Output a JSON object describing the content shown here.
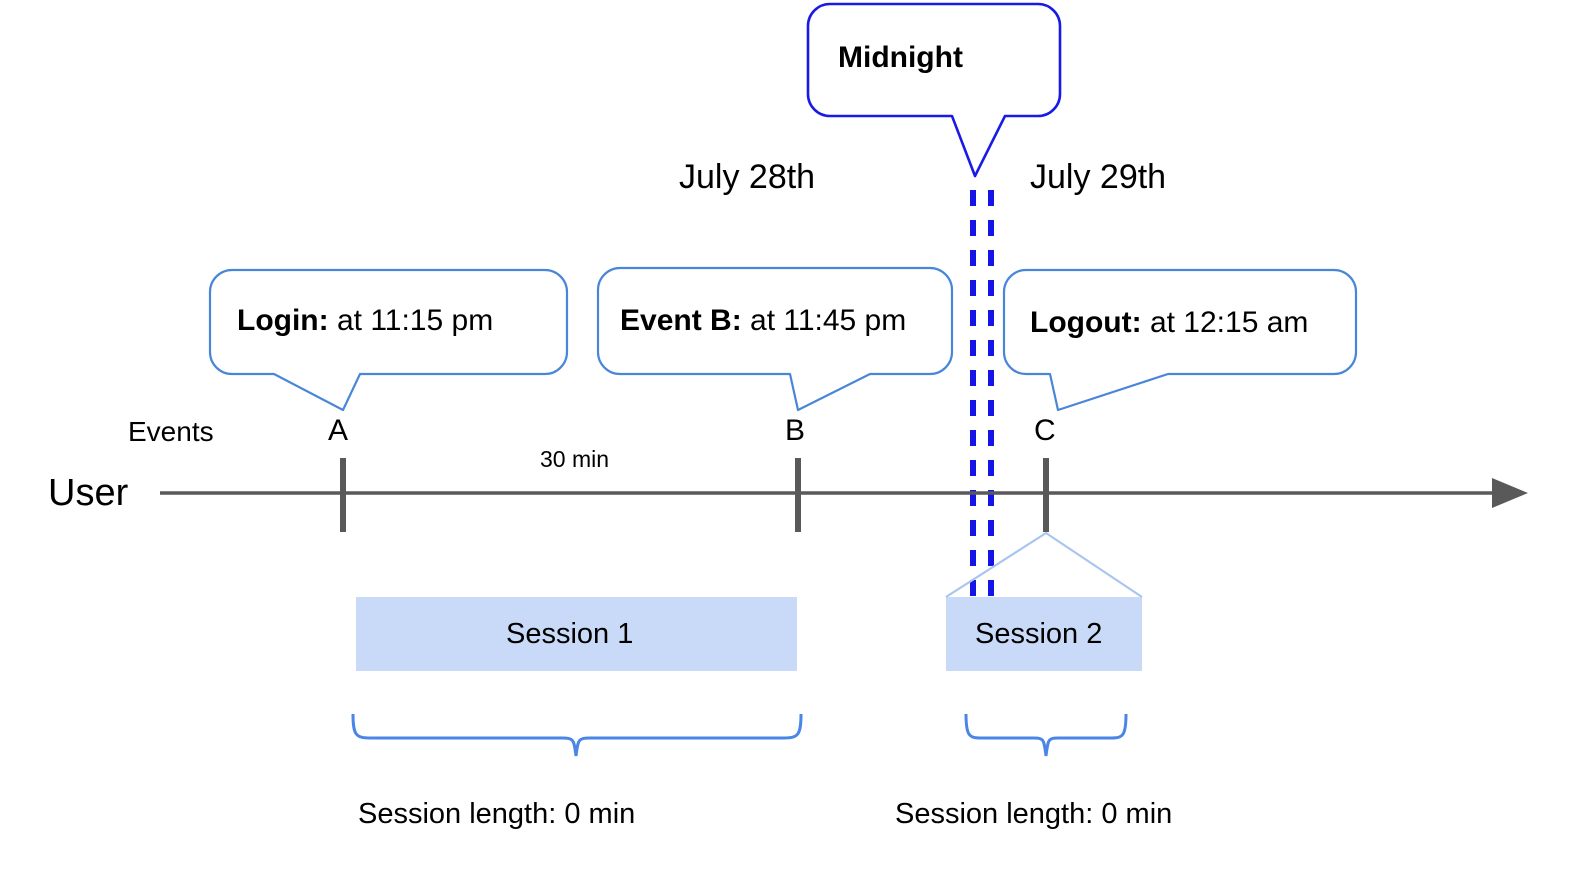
{
  "diagram": {
    "title_callout": {
      "label": "Midnight",
      "border_color": "#1a1ae6"
    },
    "dates": [
      {
        "label": "July 28th"
      },
      {
        "label": "July 29th"
      }
    ],
    "axis": {
      "lane_label": "User",
      "events_label": "Events",
      "line_color": "#595959",
      "arrow_direction": "right"
    },
    "events": [
      {
        "letter": "A",
        "callout_bold": "Login:",
        "callout_rest": " at 11:15 pm"
      },
      {
        "letter": "B",
        "callout_bold": "Event B:",
        "callout_rest": " at 11:45 pm"
      },
      {
        "letter": "C",
        "callout_bold": "Logout:",
        "callout_rest": " at 12:15 am"
      }
    ],
    "interval_label": "30 min",
    "sessions": [
      {
        "label": "Session 1",
        "length_label": "Session length: 0 min",
        "fill_color": "#c9daf8"
      },
      {
        "label": "Session 2",
        "length_label": "Session length: 0 min",
        "fill_color": "#c9daf8"
      }
    ],
    "colors": {
      "callout_border": "#4a86d8",
      "midnight_border": "#1a1ae6",
      "midnight_dash": "#1414e6",
      "brace": "#4a86e8",
      "session_fill": "#c9daf8",
      "axis": "#595959",
      "tick": "#595959"
    }
  }
}
